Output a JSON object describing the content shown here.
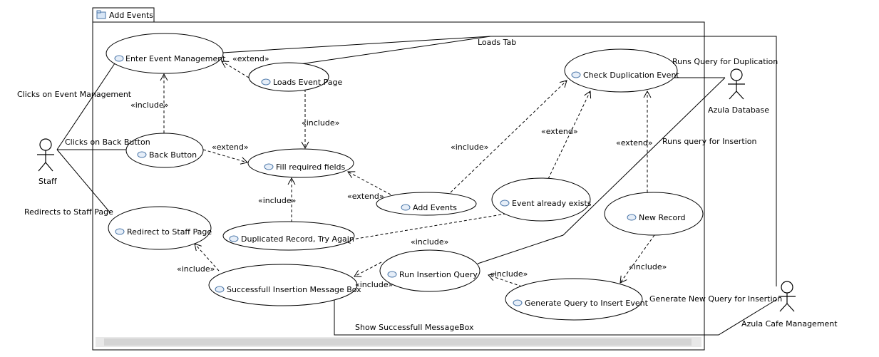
{
  "diagram": {
    "package_tab": "Add Events",
    "package_icon": "folder-icon",
    "actors": {
      "staff": "Staff",
      "database": "Azula Database",
      "cafe": "Azula Cafe Management"
    },
    "use_cases": {
      "enter_event_management": "Enter Event Management",
      "loads_event_page": "Loads Event Page",
      "fill_required_fields": "Fill required fields",
      "back_button": "Back Button",
      "redirect_to_staff_page": "Redirect to Staff Page",
      "duplicated_record": "Duplicated Record, Try Again",
      "add_events": "Add Events",
      "check_duplication_event": "Check Duplication Event",
      "event_already_exists": "Event already exists",
      "new_record": "New Record",
      "run_insertion_query": "Run Insertion Query",
      "successfull_insertion": "Successfull Insertion Message Box",
      "generate_query": "Generate Query to Insert Event"
    },
    "stereotypes": {
      "include": "«include»",
      "extend": "«extend»"
    },
    "association_labels": {
      "clicks_event_mgmt": "Clicks on Event Management",
      "clicks_back": "Clicks on Back Button",
      "redirects_staff": "Redirects to Staff Page",
      "loads_tab": "Loads Tab",
      "runs_query_dup": "Runs Query for Duplication",
      "runs_query_ins": "Runs query for Insertion",
      "generate_new_query": "Generate New Query for Insertion",
      "show_msgbox": "Show Successfull MessageBox"
    }
  }
}
